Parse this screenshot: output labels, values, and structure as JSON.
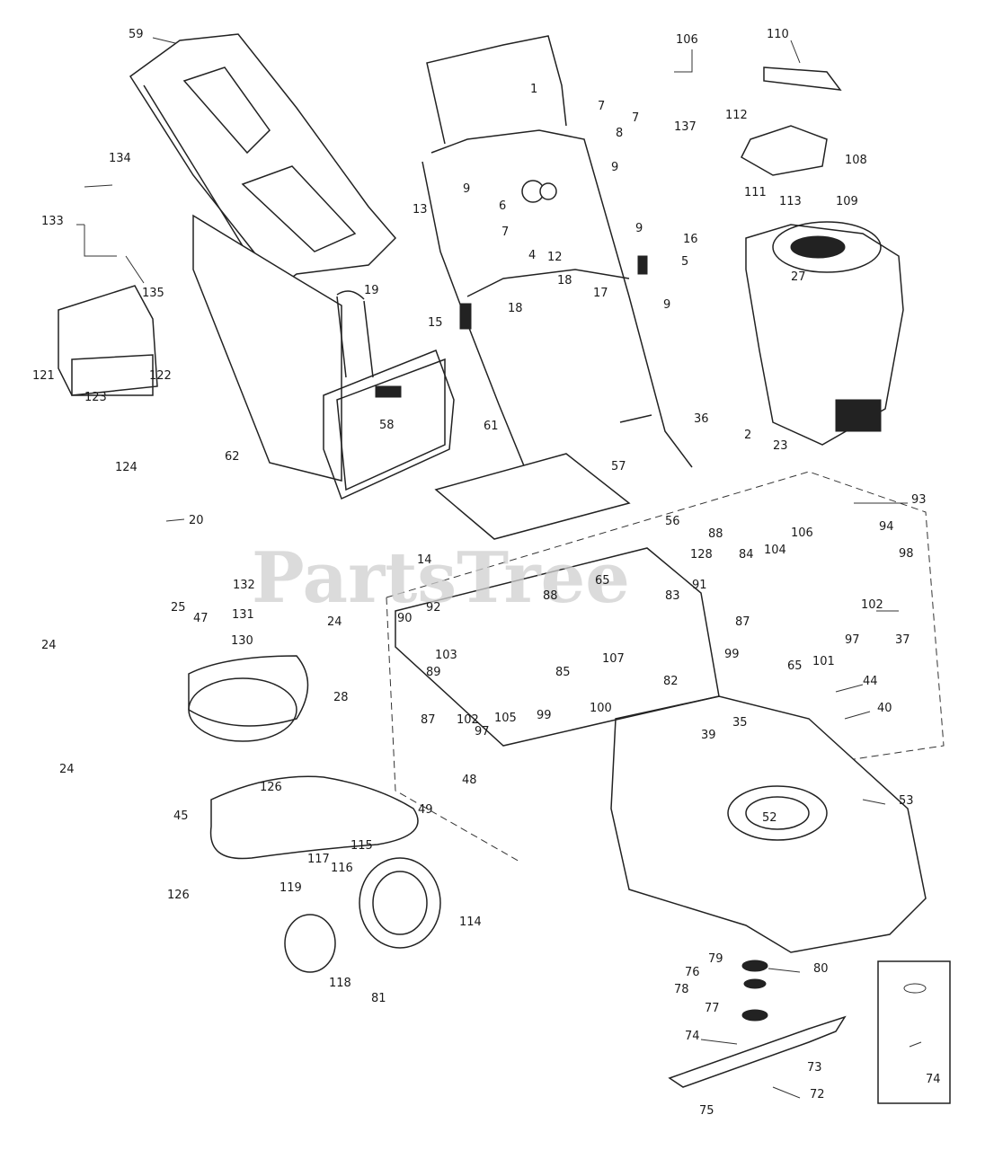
{
  "watermark": "PartsTree",
  "inset_label": "74",
  "labels": {
    "l59": "59",
    "l1": "1",
    "l106": "106",
    "l110": "110",
    "l7a": "7",
    "l7b": "7",
    "l137": "137",
    "l112": "112",
    "l108": "108",
    "l111": "111",
    "l113": "113",
    "l109": "109",
    "l134": "134",
    "l133": "133",
    "l135": "135",
    "l8": "8",
    "l9a": "9",
    "l13": "13",
    "l9b": "9",
    "l6": "6",
    "l7c": "7",
    "l9c": "9",
    "l4": "4",
    "l12": "12",
    "l16": "16",
    "l5": "5",
    "l18a": "18",
    "l17": "17",
    "l9d": "9",
    "l19": "19",
    "l15": "15",
    "l18b": "18",
    "l27": "27",
    "l121": "121",
    "l123": "123",
    "l122": "122",
    "l124": "124",
    "l62": "62",
    "l58": "58",
    "l61": "61",
    "l36": "36",
    "l2": "2",
    "l23": "23",
    "l57": "57",
    "l20": "20",
    "l93": "93",
    "l94": "94",
    "l56": "56",
    "l88a": "88",
    "l106b": "106",
    "l14": "14",
    "l128": "128",
    "l84": "84",
    "l104": "104",
    "l98": "98",
    "l65a": "65",
    "l132": "132",
    "l92": "92",
    "l88b": "88",
    "l83": "83",
    "l91": "91",
    "l90": "90",
    "l102a": "102",
    "l25": "25",
    "l131": "131",
    "l47": "47",
    "l24a": "24",
    "l87a": "87",
    "l97a": "97",
    "l37": "37",
    "l130": "130",
    "l24b": "24",
    "l103": "103",
    "l85": "85",
    "l107": "107",
    "l99a": "99",
    "l65b": "65",
    "l101": "101",
    "l89": "89",
    "l82": "82",
    "l44": "44",
    "l28": "28",
    "l87b": "87",
    "l102b": "102",
    "l97b": "97",
    "l105": "105",
    "l99b": "99",
    "l100": "100",
    "l40": "40",
    "l39": "39",
    "l35": "35",
    "l24c": "24",
    "l126a": "126",
    "l48": "48",
    "l53": "53",
    "l49": "49",
    "l52": "52",
    "l45": "45",
    "l115": "115",
    "l117": "117",
    "l116": "116",
    "l114": "114",
    "l119": "119",
    "l126b": "126",
    "l79": "79",
    "l80": "80",
    "l76": "76",
    "l78": "78",
    "l77": "77",
    "l118": "118",
    "l81": "81",
    "l74": "74",
    "l73": "73",
    "l72": "72",
    "l75": "75"
  }
}
